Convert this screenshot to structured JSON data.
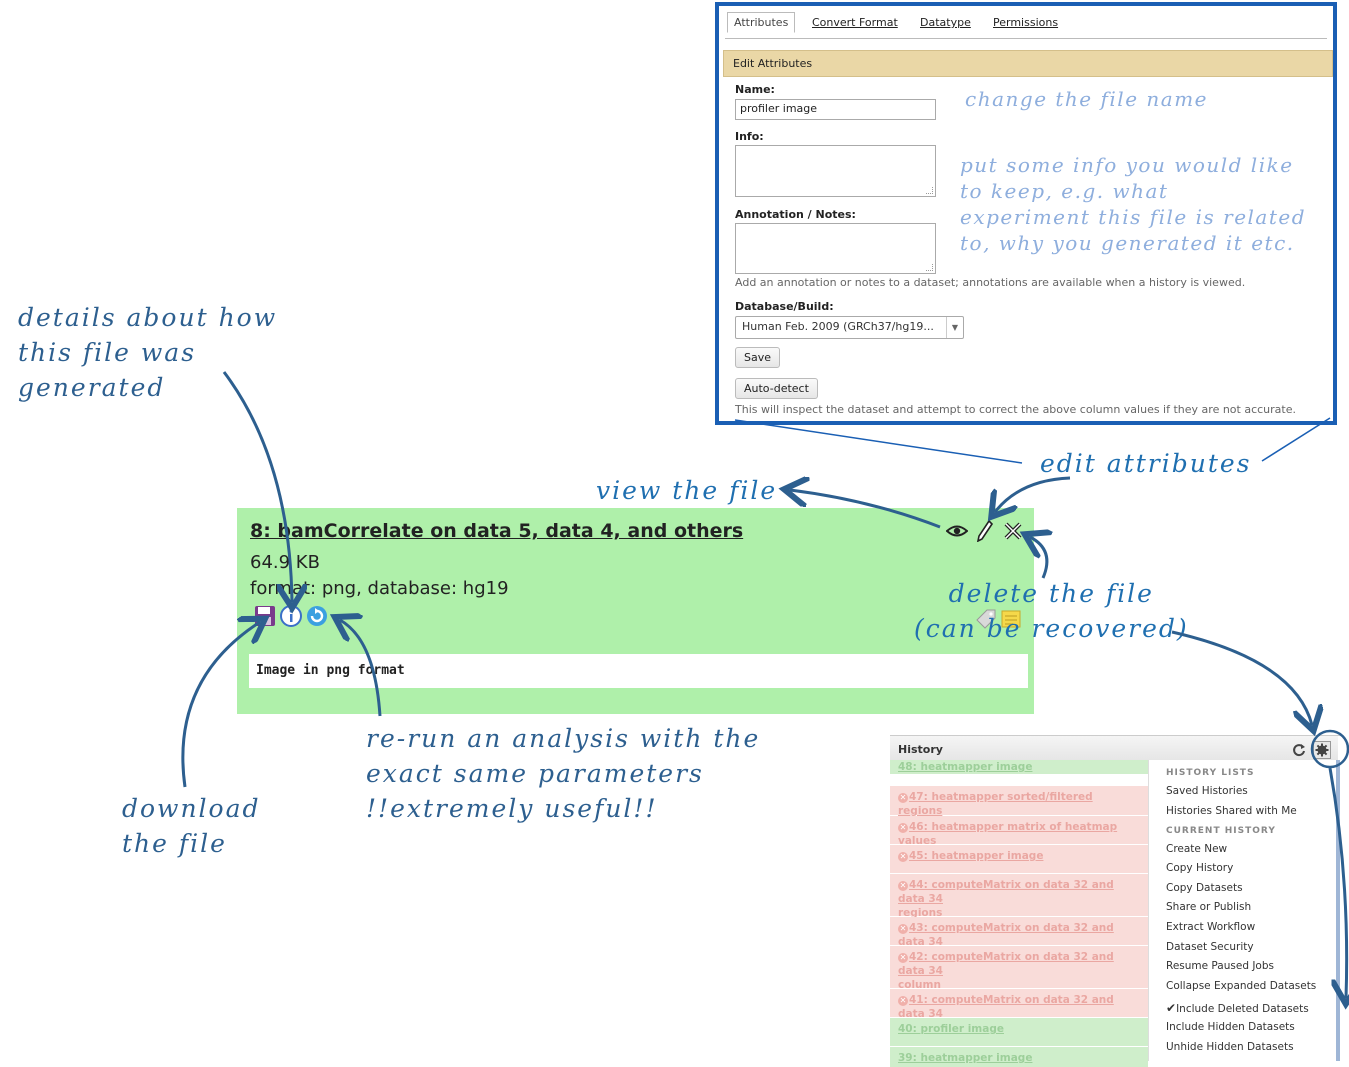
{
  "attributes_panel": {
    "tabs": [
      "Attributes",
      "Convert Format",
      "Datatype",
      "Permissions"
    ],
    "header": "Edit Attributes",
    "name_label": "Name:",
    "name_value": "profiler image",
    "info_label": "Info:",
    "annotation_label": "Annotation / Notes:",
    "annotation_help": "Add an annotation or notes to a dataset; annotations are available when a history is viewed.",
    "build_label": "Database/Build:",
    "build_value": "Human Feb. 2009 (GRCh37/hg19...",
    "save_label": "Save",
    "autodetect_label": "Auto-detect",
    "autodetect_help": "This will inspect the dataset and attempt to correct the above column values if they are not accurate."
  },
  "dataset": {
    "title": "8: bamCorrelate on data 5, data 4, and others",
    "size": "64.9 KB",
    "format_line": "format: png, database: hg19",
    "peek": "Image in png format"
  },
  "history": {
    "title": "History",
    "rows": [
      {
        "label": "48: heatmapper image",
        "state": "ok"
      },
      {
        "label": "47: heatmapper sorted/filtered regions",
        "state": "deleted"
      },
      {
        "label": "46: heatmapper matrix of heatmap values",
        "state": "deleted"
      },
      {
        "label": "45: heatmapper image",
        "state": "deleted"
      },
      {
        "label": "44: computeMatrix on data 32 and data 34",
        "state": "deleted",
        "cont": "regions"
      },
      {
        "label": "43: computeMatrix on data 32 and data 34",
        "state": "deleted"
      },
      {
        "label": "42: computeMatrix on data 32 and data 34",
        "state": "deleted",
        "cont": "column"
      },
      {
        "label": "41: computeMatrix on data 32 and data 34",
        "state": "deleted"
      },
      {
        "label": "40: profiler image",
        "state": "ok"
      },
      {
        "label": "39: heatmapper image",
        "state": "ok"
      }
    ],
    "menu": {
      "h1": "HISTORY LISTS",
      "saved": "Saved Histories",
      "shared": "Histories Shared with Me",
      "h2": "CURRENT HISTORY",
      "create": "Create New",
      "copy_history": "Copy History",
      "copy_datasets": "Copy Datasets",
      "share": "Share or Publish",
      "extract": "Extract Workflow",
      "security": "Dataset Security",
      "resume": "Resume Paused Jobs",
      "collapse": "Collapse Expanded Datasets",
      "include_deleted": "Include Deleted Datasets",
      "include_hidden": "Include Hidden Datasets",
      "unhide": "Unhide Hidden Datasets"
    }
  },
  "annotations": {
    "change_name": "change the file name",
    "info": "put some info you would like\nto keep, e.g. what\nexperiment this file is related\nto, why you generated it etc.",
    "details": "details about how\nthis file was\ngenerated",
    "view": "view the file",
    "edit": "edit attributes",
    "delete": "delete the file\n(can be recovered)",
    "rerun": "re-run an analysis with the\nexact same parameters\n!!extremely useful!!",
    "download": "download\nthe file"
  },
  "colors": {
    "annotation": "#2d5f8f",
    "panel_border": "#1a5fb4",
    "dataset_ok": "#aff0aa"
  }
}
